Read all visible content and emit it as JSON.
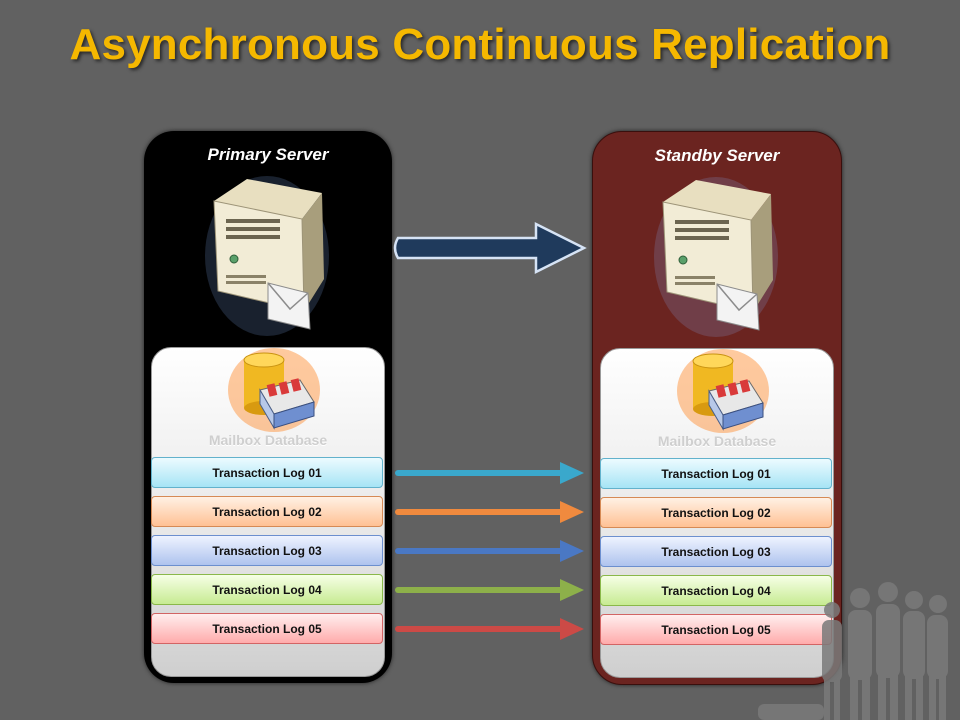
{
  "title": "Asynchronous Continuous Replication",
  "primary": {
    "title": "Primary Server",
    "database_label": "Mailbox Database"
  },
  "standby": {
    "title": "Standby Server",
    "database_label": "Mailbox Database"
  },
  "transaction_logs": [
    {
      "label": "Transaction Log 01",
      "arrow_color": "#3aa8cc"
    },
    {
      "label": "Transaction Log 02",
      "arrow_color": "#f08a3e"
    },
    {
      "label": "Transaction Log 03",
      "arrow_color": "#4a78c4"
    },
    {
      "label": "Transaction Log 04",
      "arrow_color": "#8db04a"
    },
    {
      "label": "Transaction Log 05",
      "arrow_color": "#cc4a46"
    }
  ],
  "colors": {
    "title": "#f5b800",
    "background": "#616161",
    "primary_panel": "#000000",
    "standby_panel": "#6b2420",
    "replication_arrow": "#1f3a5c"
  },
  "icons": {
    "server": "server-tower-icon",
    "database": "mailbox-database-icon",
    "replication": "replication-arrow-icon",
    "people": "people-silhouette-icon"
  }
}
